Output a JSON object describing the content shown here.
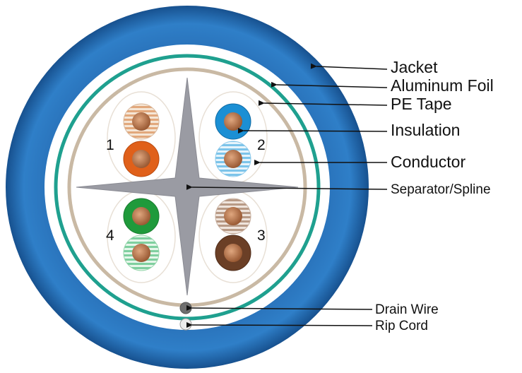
{
  "diagram": {
    "pair_numbers": [
      "1",
      "2",
      "3",
      "4"
    ],
    "callouts": [
      {
        "id": "jacket",
        "label": "Jacket"
      },
      {
        "id": "aluminum-foil",
        "label": "Aluminum Foil"
      },
      {
        "id": "pe-tape",
        "label": "PE Tape"
      },
      {
        "id": "insulation",
        "label": "Insulation"
      },
      {
        "id": "conductor",
        "label": "Conductor"
      },
      {
        "id": "separator-spline",
        "label": "Separator/Spline"
      },
      {
        "id": "drain-wire",
        "label": "Drain Wire"
      },
      {
        "id": "rip-cord",
        "label": "Rip Cord"
      }
    ]
  },
  "colors": {
    "jacket": "#1a5fa6",
    "jacket_highlight": "#3a86cc",
    "aluminum_foil": "#1fa08f",
    "pe_tape": "#c9b9a4",
    "spline": "#9a9ba3",
    "pair1_solid": "#e0601a",
    "pair2_solid": "#1b8fd4",
    "pair3_solid": "#6b3f26",
    "pair4_solid": "#1f9a3b",
    "pair1_stripe": "#e2a87c",
    "pair2_stripe": "#7cc4ea",
    "pair3_stripe": "#b89a86",
    "pair4_stripe": "#7fcf9f",
    "copper": "#b8744a",
    "drain_wire": "#6f6f6f",
    "rip_cord": "#e8e8e8"
  }
}
